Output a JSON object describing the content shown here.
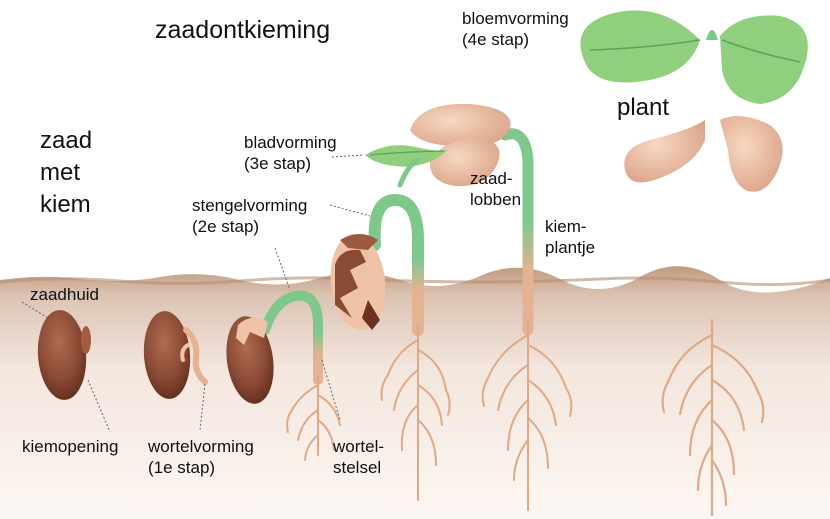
{
  "title": "zaadontkieming",
  "labels": {
    "seed_with_embryo": "zaad\nmet\nkiem",
    "seed_coat": "zaadhuid",
    "micropyle": "kiemopening",
    "root_formation": "wortelvorming\n(1e stap)",
    "stem_formation": "stengelvorming\n(2e stap)",
    "leaf_formation": "bladvorming\n(3e stap)",
    "flower_formation": "bloemvorming\n(4e stap)",
    "root_system": "wortel-\nstelsel",
    "cotyledons": "zaad-\nlobben",
    "seedling": "kiem-\nplantje",
    "plant": "plant"
  },
  "colors": {
    "soil_top": "#bf9a7e",
    "soil_bottom": "#fbf3ee",
    "seed": "#8a4a34",
    "seed_dark": "#5e2b1a",
    "cotyledon": "#efc3a6",
    "stem_green": "#7cc98a",
    "root": "#e7b08e",
    "leaf": "#8fcf7d",
    "leaf_dark": "#5aa35a"
  }
}
